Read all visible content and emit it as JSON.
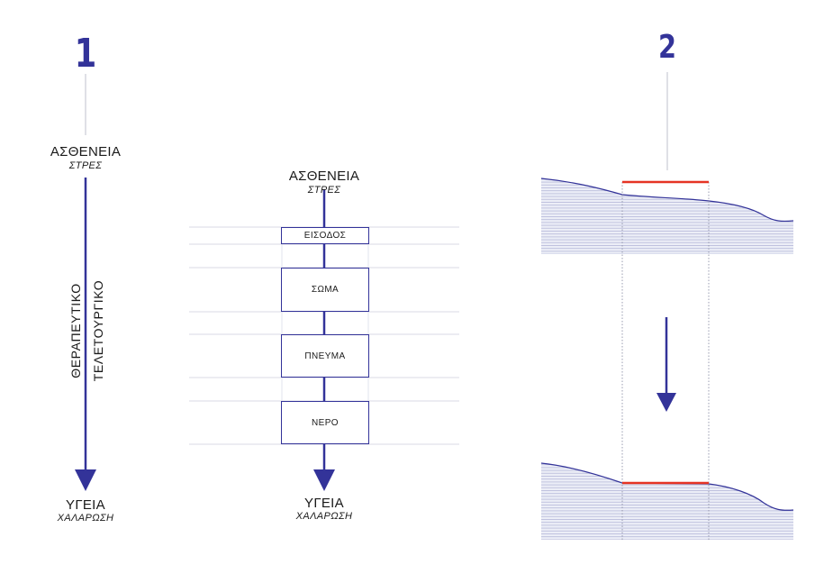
{
  "colors": {
    "accent": "#333399",
    "highlight": "#e53324",
    "grid": "#d4d6e6",
    "fill": "#dfe0ef"
  },
  "panel1": {
    "number": "1",
    "top_label": "ΑΣΘΕΝΕΙΑ",
    "top_sub": "ΣΤΡΕΣ",
    "side_left": "ΘΕΡΑΠΕΥΤΙΚΟ",
    "side_right": "ΤΕΛΕΤΟΥΡΓΙΚΟ",
    "bottom_label": "ΥΓΕΙΑ",
    "bottom_sub": "ΧΑΛΑΡΩΣΗ"
  },
  "panel_mid": {
    "top_label": "ΑΣΘΕΝΕΙΑ",
    "top_sub": "ΣΤΡΕΣ",
    "stages": [
      "ΕΙΣΟΔΟΣ",
      "ΣΩΜΑ",
      "ΠΝΕΥΜΑ",
      "ΝΕΡΟ"
    ],
    "bottom_label": "ΥΓΕΙΑ",
    "bottom_sub": "ΧΑΛΑΡΩΣΗ"
  },
  "panel2": {
    "number": "2"
  }
}
